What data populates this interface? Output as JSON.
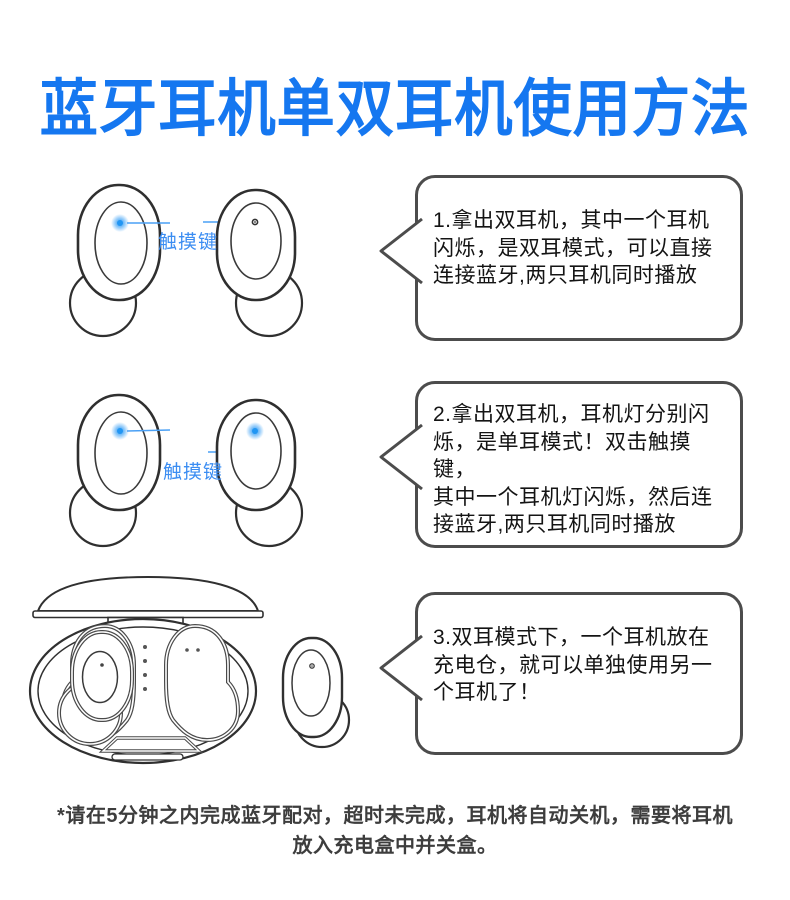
{
  "title": {
    "text": "蓝牙耳机单双耳机使用方法"
  },
  "sections": [
    {
      "name": "dual-ear-mode",
      "left_led": "on",
      "right_led": "off",
      "label": "触摸键",
      "bubble": {
        "lines": [
          "1.拿出双耳机，其中一个耳机",
          "闪烁，是双耳模式，可以直接",
          "连接蓝牙,两只耳机同时播放"
        ]
      }
    },
    {
      "name": "single-ear-mode",
      "left_led": "on",
      "right_led": "on",
      "label": "触摸键",
      "bubble": {
        "lines": [
          "2.拿出双耳机，耳机灯分别闪",
          "烁，是单耳模式！双击触摸键，",
          "其中一个耳机灯闪烁，然后连",
          "接蓝牙,两只耳机同时播放"
        ]
      }
    },
    {
      "name": "charging-case-mode",
      "bubble": {
        "lines": [
          "3.双耳模式下，一个耳机放在",
          "充电仓，就可以单独使用另一",
          "个耳机了！"
        ]
      }
    }
  ],
  "footer": {
    "lines": [
      "*请在5分钟之内完成蓝牙配对，超时未完成，耳机将自动关机，需要将耳机",
      "放入充电盒中并关盒。"
    ]
  },
  "colors": {
    "title_blue": "#1577f0",
    "label_blue": "#3b8df2",
    "led_blue": "#2196f3",
    "outline_dark": "#2f2f2f",
    "bubble_border": "#4c4c4c",
    "footer_text": "#3d3d3d"
  }
}
